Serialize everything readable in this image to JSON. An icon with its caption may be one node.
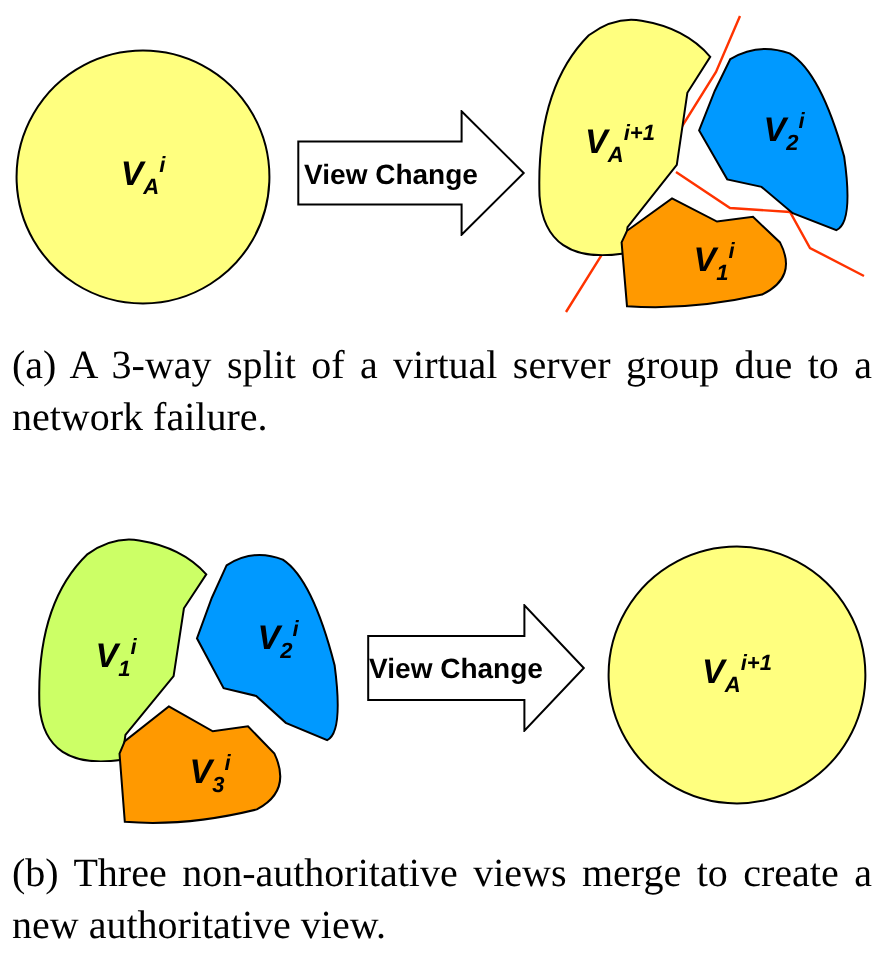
{
  "diagram": {
    "nodes": [
      {
        "text": [
          "V$_{A}$$^{i}$"
        ]
      },
      {
        "text": [
          "V$_{A}$$^{i+1}$"
        ]
      },
      {
        "text": [
          "V$_{2}$$^{i}$"
        ]
      },
      {
        "text": [
          "V$_{1}$$^{i}$"
        ]
      },
      {
        "text": [
          "V$_{1}$$^{i}$"
        ]
      },
      {
        "text": [
          "V$_{2}$$^{i}$"
        ]
      },
      {
        "text": [
          "V$_{3}$$^{i}$"
        ]
      },
      {
        "text": [
          "V$_{A}$$^{i+1}$"
        ]
      }
    ],
    "edges": [
      {
        "from": 0,
        "to": 1,
        "arrow": "to",
        "label": "View Change"
      },
      {
        "from": 5,
        "to": 7,
        "arrow": "to",
        "label": "View Change"
      }
    ],
    "labels": [
      "(a) A 3-way split of a virtual server group due to a network failure.",
      "(b) Three non-authoritative views merge to create a new authoritative view."
    ]
  }
}
